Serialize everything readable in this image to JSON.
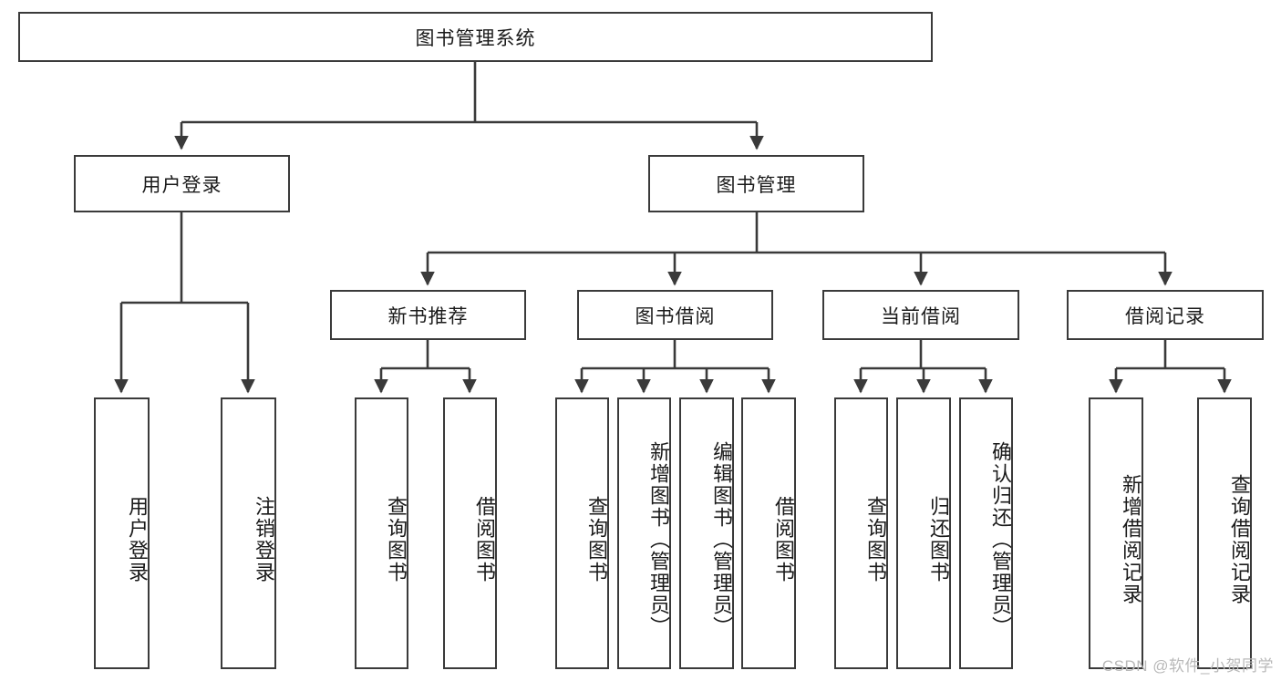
{
  "diagram": {
    "type": "tree-hierarchy-chart",
    "title": "图书管理系统",
    "levels": {
      "root": {
        "label": "图书管理系统"
      },
      "level2": [
        {
          "label": "用户登录"
        },
        {
          "label": "图书管理"
        }
      ],
      "level3": [
        {
          "label": "新书推荐"
        },
        {
          "label": "图书借阅"
        },
        {
          "label": "当前借阅"
        },
        {
          "label": "借阅记录"
        }
      ],
      "leaves": [
        {
          "label": "用户登录",
          "parent": "用户登录"
        },
        {
          "label": "注销登录",
          "parent": "用户登录"
        },
        {
          "label": "查询图书",
          "parent": "新书推荐"
        },
        {
          "label": "借阅图书",
          "parent": "新书推荐"
        },
        {
          "label": "查询图书",
          "parent": "图书借阅"
        },
        {
          "label": "新增图书（管理员）",
          "parent": "图书借阅"
        },
        {
          "label": "编辑图书（管理员）",
          "parent": "图书借阅"
        },
        {
          "label": "借阅图书",
          "parent": "图书借阅"
        },
        {
          "label": "查询图书",
          "parent": "当前借阅"
        },
        {
          "label": "归还图书",
          "parent": "当前借阅"
        },
        {
          "label": "确认归还（管理员）",
          "parent": "当前借阅"
        },
        {
          "label": "新增借阅记录",
          "parent": "借阅记录"
        },
        {
          "label": "查询借阅记录",
          "parent": "借阅记录"
        }
      ]
    }
  },
  "watermark": {
    "text": "CSDN @软件_小贺同学"
  },
  "colors": {
    "stroke": "#3a3a3a",
    "fill": "#ffffff",
    "text": "#1a1a1a",
    "watermark": "#b9b9b9"
  }
}
